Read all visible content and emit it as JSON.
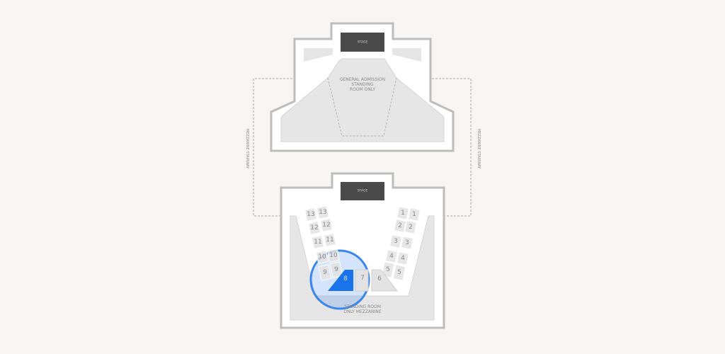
{
  "map": {
    "upper_level": {
      "stage_label": "STAGE",
      "ga_label_lines": [
        "GENERAL ADMISSION",
        "STANDING",
        "ROOM ONLY"
      ]
    },
    "stairways": {
      "left_label": "MEZZANINE STAIRWAY",
      "right_label": "MEZZANINE STAIRWAY"
    },
    "lower_level": {
      "stage_label": "STAGE",
      "standing_label_lines": [
        "STANDING ROOM",
        "ONLY MEZZANINE"
      ],
      "left_rows": [
        {
          "label": "13"
        },
        {
          "label": "12"
        },
        {
          "label": "11"
        },
        {
          "label": "10"
        },
        {
          "label": "9"
        }
      ],
      "right_rows": [
        {
          "label": "1"
        },
        {
          "label": "2"
        },
        {
          "label": "3"
        },
        {
          "label": "4"
        },
        {
          "label": "5"
        }
      ],
      "sections": [
        {
          "label": "8",
          "selected": true
        },
        {
          "label": "7",
          "selected": false
        },
        {
          "label": "6",
          "selected": false
        }
      ]
    },
    "colors": {
      "background": "#f7f6f5",
      "outline": "#bdbdbd",
      "floor": "#e6e6e6",
      "stage": "#4a4a4a",
      "selected": "#1a73e8",
      "highlight": "#3a86f0"
    }
  }
}
